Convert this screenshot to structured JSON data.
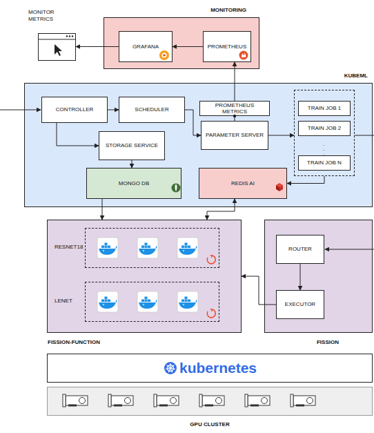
{
  "diagram": {
    "nodes": [
      {
        "text": [
          "MONITORING"
        ]
      },
      {
        "text": [
          "GRAFANA"
        ],
        "in": 0
      },
      {
        "text": [
          "PROMETHEUS"
        ],
        "in": 0
      },
      {
        "text": [
          "MONITOR METRICS"
        ]
      },
      {
        "text": [
          "KUBEML"
        ]
      },
      {
        "text": [
          "CONTROLLER"
        ],
        "in": 4
      },
      {
        "text": [
          "SCHEDULER"
        ],
        "in": 4
      },
      {
        "text": [
          "PROMETHEUS METRICS"
        ],
        "in": 4
      },
      {
        "text": [
          "PARAMETER SERVER"
        ],
        "in": 4
      },
      {
        "text": [
          "STORAGE SERVICE"
        ],
        "in": 4
      },
      {
        "text": [
          "MONGO DB"
        ],
        "in": 4
      },
      {
        "text": [
          "REDIS AI"
        ],
        "in": 4
      },
      {
        "text": [
          ". . ."
        ],
        "in": 4
      },
      {
        "text": [
          "TRAIN JOB 1"
        ],
        "in": 12
      },
      {
        "text": [
          "TRAIN JOB 2"
        ],
        "in": 12
      },
      {
        "text": [
          "TRAIN JOB N"
        ],
        "in": 12
      },
      {
        "text": [
          "FISSION-FUNCTION"
        ]
      },
      {
        "text": [
          "RESNET18"
        ],
        "in": 16
      },
      {
        "text": [
          "LENET"
        ],
        "in": 16
      },
      {
        "text": [
          "FISSION"
        ]
      },
      {
        "text": [
          "ROUTER"
        ],
        "in": 19
      },
      {
        "text": [
          "EXECUTOR"
        ],
        "in": 19
      },
      {
        "text": [
          "kubernetes"
        ]
      },
      {
        "text": [
          "GPU CLUSTER"
        ]
      }
    ],
    "edges": [
      {
        "from": 1,
        "to": 3,
        "arrow": "to"
      },
      {
        "from": 2,
        "to": 1,
        "arrow": "to"
      },
      {
        "from": 7,
        "to": 2,
        "arrow": "to"
      },
      {
        "from": 5,
        "to": 6,
        "arrow": "to"
      },
      {
        "from": 5,
        "to": 9,
        "arrow": "to"
      },
      {
        "from": 6,
        "to": 8,
        "arrow": "to"
      },
      {
        "from": 9,
        "to": 10,
        "arrow": "to"
      },
      {
        "from": 7,
        "to": 8,
        "arrow": "none"
      },
      {
        "from": 8,
        "to": 12,
        "arrow": "to"
      },
      {
        "from": 12,
        "to": 11,
        "arrow": "to"
      },
      {
        "from": 10,
        "to": 16,
        "arrow": "to"
      },
      {
        "from": 16,
        "to": 11,
        "arrow": "both"
      },
      {
        "from": 20,
        "to": 21,
        "arrow": "to"
      },
      {
        "from": 21,
        "to": 16,
        "arrow": "to"
      }
    ]
  }
}
